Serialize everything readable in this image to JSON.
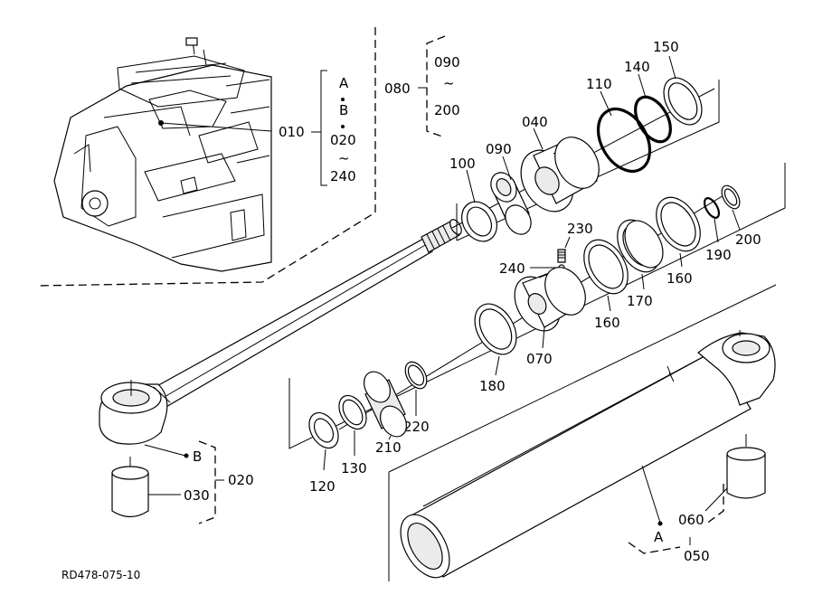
{
  "labels": {
    "p010": "010",
    "p020_top": "020",
    "p020_bottom": "020",
    "p030": "030",
    "p040": "040",
    "p050": "050",
    "p060": "060",
    "p070": "070",
    "p080": "080",
    "p090_range": "090",
    "p090": "090",
    "p100": "100",
    "p110": "110",
    "p120": "120",
    "p130": "130",
    "p140": "140",
    "p150": "150",
    "p160a": "160",
    "p160b": "160",
    "p170": "170",
    "p180": "180",
    "p190": "190",
    "p200_range": "200",
    "p200": "200",
    "p210": "210",
    "p220": "220",
    "p230": "230",
    "p240_range": "240",
    "p240": "240",
    "ref_a_top": "A",
    "ref_b_top": "B",
    "ref_b": "B",
    "ref_a": "A",
    "tilde": "~",
    "drawing_code": "RD478-075-10"
  }
}
